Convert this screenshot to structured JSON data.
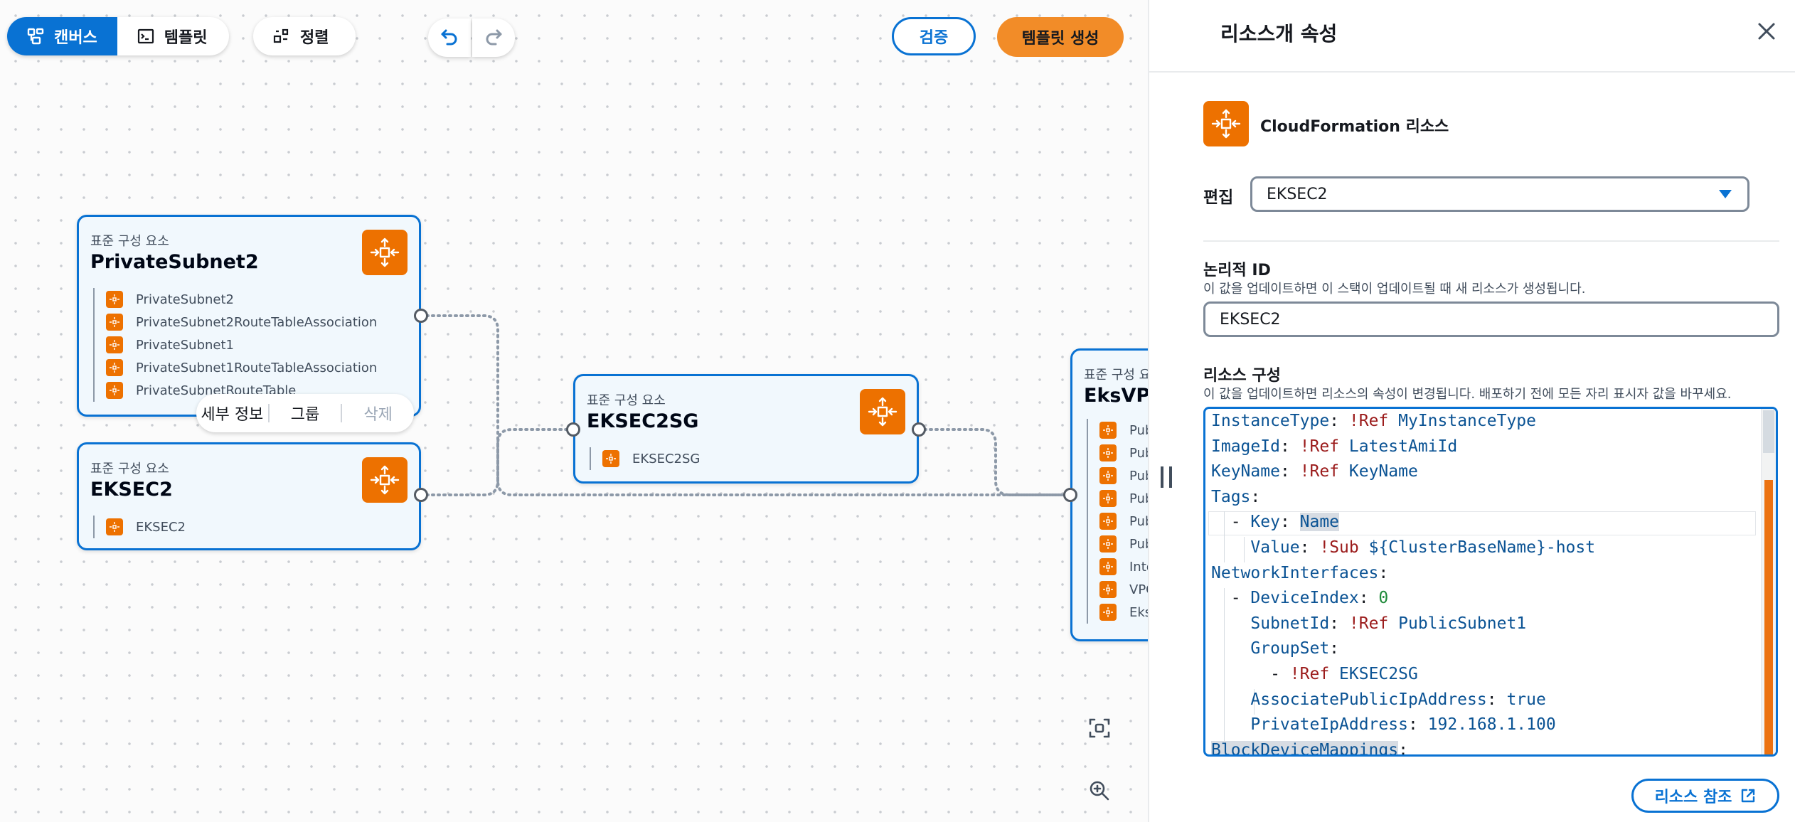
{
  "toolbar": {
    "canvas_label": "캔버스",
    "template_label": "템플릿",
    "arrange_label": "정렬",
    "validate_label": "검증",
    "create_template_label": "템플릿 생성"
  },
  "nodes": {
    "private_subnet2": {
      "category": "표준 구성 요소",
      "title": "PrivateSubnet2",
      "items": [
        "PrivateSubnet2",
        "PrivateSubnet2RouteTableAssociation",
        "PrivateSubnet1",
        "PrivateSubnet1RouteTableAssociation",
        "PrivateSubnetRouteTable"
      ]
    },
    "eksec2": {
      "category": "표준 구성 요소",
      "title": "EKSEC2",
      "items": [
        "EKSEC2"
      ]
    },
    "eksec2sg": {
      "category": "표준 구성 요소",
      "title": "EKSEC2SG",
      "items": [
        "EKSEC2SG"
      ]
    },
    "eksvpc": {
      "category": "표준 구성 요소",
      "title": "EksVPC",
      "items": [
        "Pub",
        "Pub",
        "Pub",
        "Pub",
        "Pub",
        "Pub",
        "Inte",
        "VPC",
        "Eks"
      ]
    }
  },
  "context_menu": {
    "details": "세부 정보",
    "group": "그룹",
    "delete": "삭제"
  },
  "panel": {
    "title": "리소스개 속성",
    "resource_type": "CloudFormation 리소스",
    "edit_label": "편집",
    "edit_value": "EKSEC2",
    "logical_id_heading": "논리적 ID",
    "logical_id_desc": "이 값을 업데이트하면 이 스택이 업데이트될 때 새 리소스가 생성됩니다.",
    "logical_id_value": "EKSEC2",
    "config_heading": "리소스 구성",
    "config_desc": "이 값을 업데이트하면 리소스의 속성이 변경됩니다. 배포하기 전에 모든 자리 표시자 값을 바꾸세요.",
    "ref_button": "리소스 참조"
  },
  "code": {
    "l1": {
      "key": "InstanceType",
      "tag": "!Ref",
      "val": "MyInstanceType"
    },
    "l2": {
      "key": "ImageId",
      "tag": "!Ref",
      "val": "LatestAmiId"
    },
    "l3": {
      "key": "KeyName",
      "tag": "!Ref",
      "val": "KeyName"
    },
    "l4": {
      "key": "Tags"
    },
    "l5": {
      "key": "Key",
      "val": "Name"
    },
    "l6": {
      "key": "Value",
      "tag": "!Sub",
      "val": "${ClusterBaseName}-host"
    },
    "l7": {
      "key": "NetworkInterfaces"
    },
    "l8": {
      "key": "DeviceIndex",
      "val": "0"
    },
    "l9": {
      "key": "SubnetId",
      "tag": "!Ref",
      "val": "PublicSubnet1"
    },
    "l10": {
      "key": "GroupSet"
    },
    "l11": {
      "tag": "!Ref",
      "val": "EKSEC2SG"
    },
    "l12": {
      "key": "AssociatePublicIpAddress",
      "val": "true"
    },
    "l13": {
      "key": "PrivateIpAddress",
      "val": "192.168.1.100"
    },
    "l14": {
      "key": "BlockDeviceMappings"
    }
  },
  "colors": {
    "accent": "#0972d3",
    "resource_orange": "#ed7100",
    "primary_button": "#f28c28"
  }
}
